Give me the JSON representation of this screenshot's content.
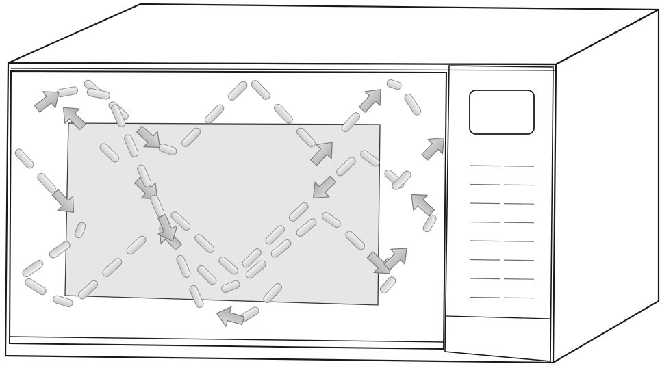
{
  "colors": {
    "outline": "#1a1a1a",
    "window_fill": "#e6e6e6",
    "dash_fill": "#e0e0e0",
    "dash_stroke": "#8e8e8e",
    "arrow_fill": "#c4c4c4",
    "arrow_stroke": "#7a7a7a",
    "panel_line": "#6f6f6f"
  },
  "icons": {
    "appliance": "microwave-oven-icon",
    "wave": "microwave-wave-arrow-icon"
  },
  "wave_paths": [
    {
      "name": "wave-path-1",
      "arrow_count": 3
    },
    {
      "name": "wave-path-2",
      "arrow_count": 5
    },
    {
      "name": "wave-path-3",
      "arrow_count": 4
    },
    {
      "name": "wave-path-4",
      "arrow_count": 3
    }
  ],
  "control_panel": {
    "display": "blank",
    "button_rows": 8
  }
}
